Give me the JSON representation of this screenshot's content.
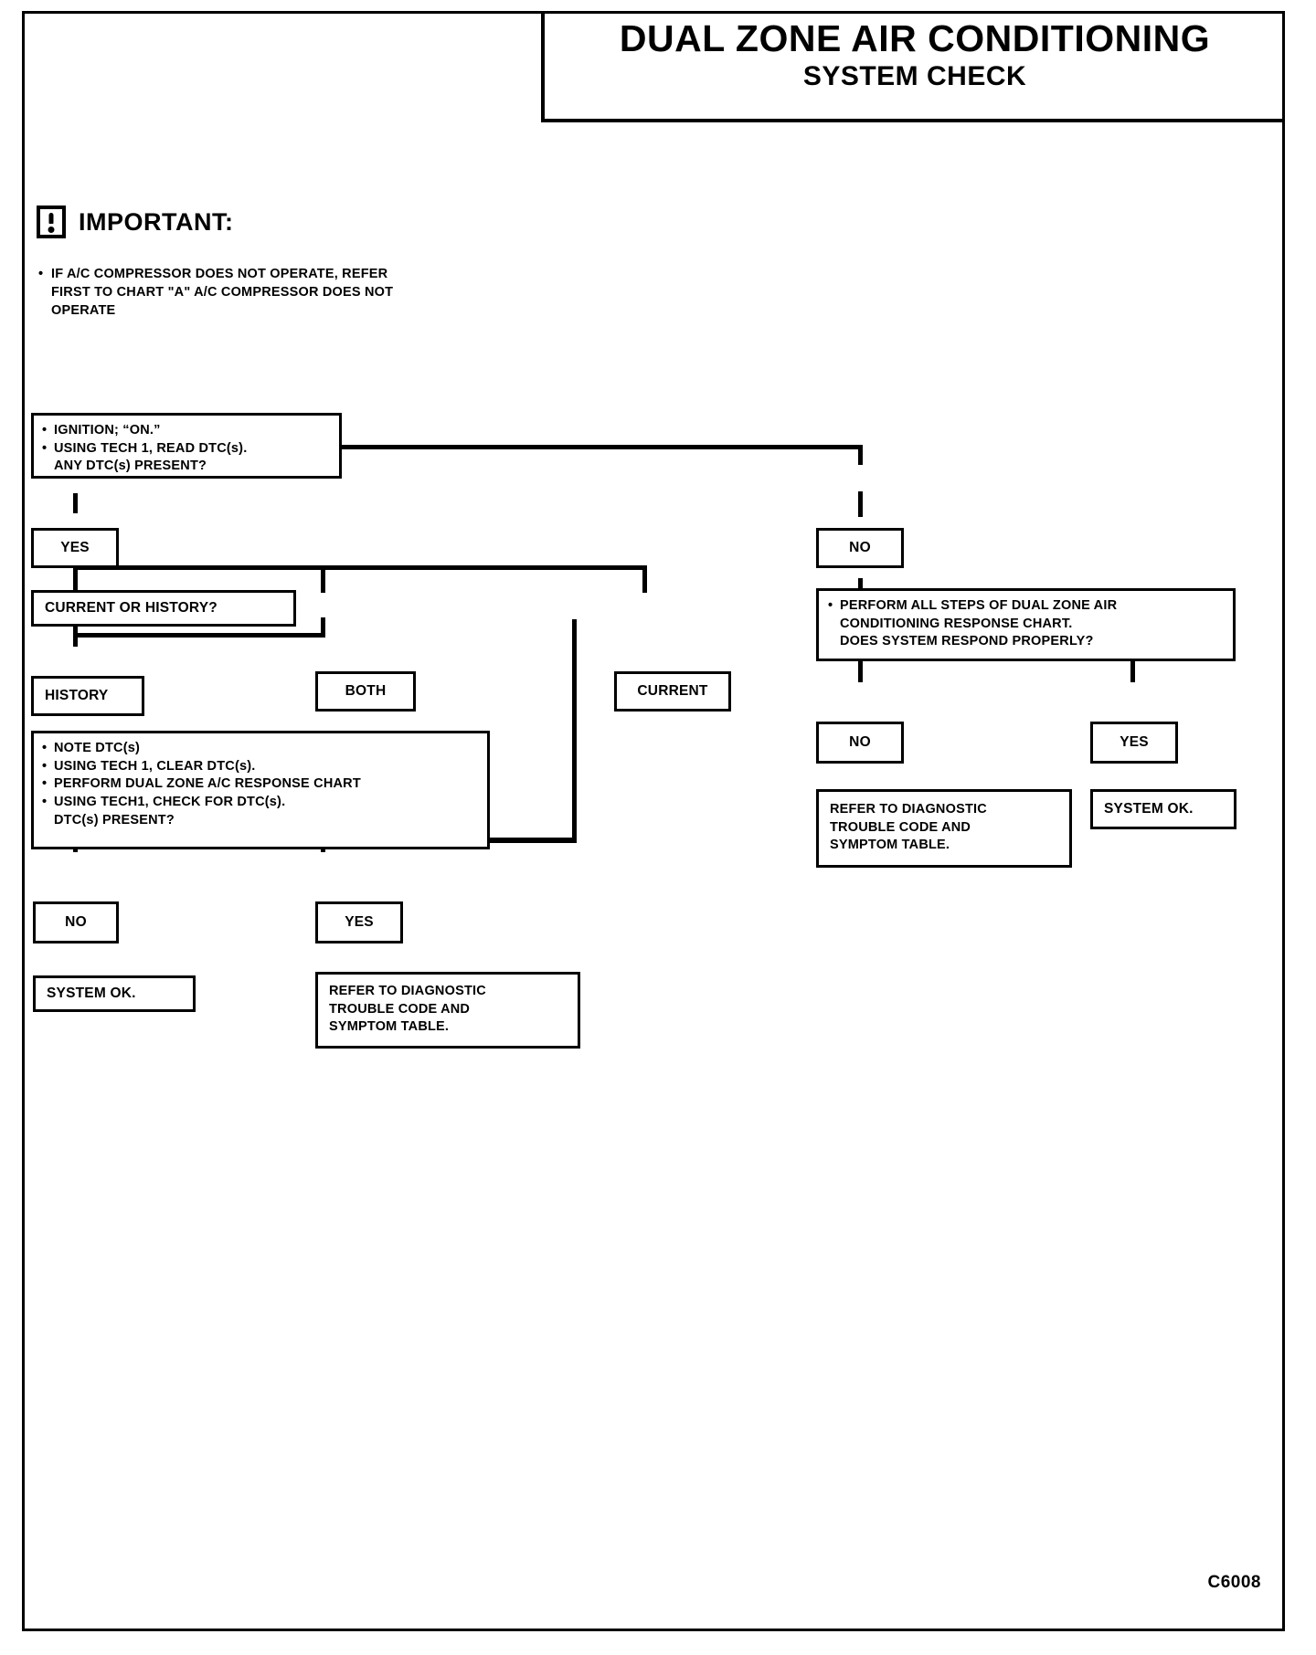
{
  "page": {
    "title_main": "DUAL ZONE AIR CONDITIONING",
    "title_sub": "SYSTEM CHECK",
    "code": "C6008"
  },
  "important": {
    "label": "IMPORTANT:",
    "icon": "exclamation-box-icon",
    "bullet_lines": [
      "IF A/C COMPRESSOR DOES NOT OPERATE, REFER",
      "FIRST TO CHART \"A\" A/C COMPRESSOR DOES NOT",
      "OPERATE"
    ]
  },
  "flow": {
    "start": {
      "lines": [
        "• IGNITION; “ON.”",
        "• USING TECH 1, READ DTC(s).",
        "ANY DTC(s) PRESENT?"
      ],
      "l1": "IGNITION; “ON.”",
      "l2": "USING TECH 1, READ DTC(s).",
      "l3": "ANY DTC(s) PRESENT?"
    },
    "yes_1": "YES",
    "no_1": "NO",
    "current_or_history": "CURRENT OR HISTORY?",
    "history": "HISTORY",
    "both": "BOTH",
    "current": "CURRENT",
    "note_box": {
      "l1": "NOTE DTC(s)",
      "l2": "USING TECH 1, CLEAR DTC(s).",
      "l3": "PERFORM DUAL  ZONE A/C RESPONSE CHART",
      "l4": "USING TECH1, CHECK FOR DTC(s).",
      "l5": "DTC(s) PRESENT?"
    },
    "no_2": "NO",
    "yes_2": "YES",
    "system_ok_left": "SYSTEM OK.",
    "refer_left": {
      "l1": "REFER TO DIAGNOSTIC",
      "l2": "TROUBLE CODE AND",
      "l3": "SYMPTOM TABLE."
    },
    "perform_box": {
      "l1": "PERFORM ALL STEPS OF DUAL ZONE AIR",
      "l2": "CONDITIONING RESPONSE CHART.",
      "l3": "DOES SYSTEM RESPOND PROPERLY?"
    },
    "no_3": "NO",
    "yes_3": "YES",
    "refer_right": {
      "l1": "REFER TO DIAGNOSTIC",
      "l2": "TROUBLE CODE AND",
      "l3": "SYMPTOM TABLE."
    },
    "system_ok_right": "SYSTEM OK."
  }
}
